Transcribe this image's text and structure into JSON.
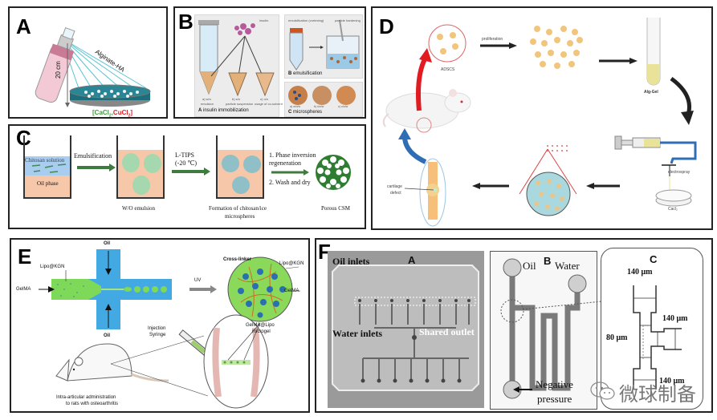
{
  "panels": {
    "A": {
      "label": "A",
      "spray_label": "Alginate-HA",
      "distance_label": "20 cm",
      "bath_open": "[",
      "bath_cacl": "CaCl",
      "bath_cacl_sub": "2",
      "bath_comma": ",",
      "bath_cucl": "CuCl",
      "bath_cucl_sub": "2",
      "bath_close": "]",
      "colors": {
        "cacl": "#3f9a3a",
        "cucl": "#d4262a",
        "bath": "#1c6e7a"
      }
    },
    "B": {
      "label": "B",
      "insulin_label": "insulin",
      "tube_labels": [
        {
          "top": "a) w/o",
          "bottom": "emulsion"
        },
        {
          "top": "b) s/o",
          "bottom": "particle suspension"
        },
        {
          "top": "c) o/o",
          "bottom": "usage of co-solvent"
        }
      ],
      "sub_a_letter": "A",
      "sub_a_caption": "insulin immobilization",
      "emulsification_label": "emulsification (vortexing)",
      "hardening_label": "particle hardening",
      "sub_b_letter": "B",
      "sub_b_caption": "emulsification",
      "microsphere_labels": [
        "a) w/o/w",
        "b) s/o/w",
        "c) o/o/w"
      ],
      "sub_c_letter": "C",
      "sub_c_caption": "microspheres"
    },
    "C": {
      "label": "C",
      "chitosan_label": "Chitosan solution",
      "oil_label": "Oil phase",
      "step1_label": "Emulsification",
      "step1_result": "W/O emulsion",
      "step2_label_line1": "L-TIPS",
      "step2_label_line2": "(-20 ℃)",
      "step2_result_line1": "Formation of chitosan/ice",
      "step2_result_line2": "microspheres",
      "step3_line1": "1. Phase inversion",
      "step3_line2": "regeneration",
      "step3_line3": "2. Wash and dry",
      "step3_result": "Porous CSM",
      "colors": {
        "arrow": "#3f7a3f",
        "oil": "#f6c7a8",
        "water": "#a9cdef",
        "droplet": "#a6d8b0",
        "ice": "#8fbfc7",
        "csm": "#2e7d32"
      }
    },
    "D": {
      "label": "D",
      "adscs_label": "ADSCS",
      "proliferation_label": "proliferation",
      "alg_gel_label": "Alg-Gel",
      "electrospray_label": "electrospray",
      "cacl_label": "Cacl₂",
      "cartilage_label_line1": "cartilage",
      "cartilage_label_line2": "defect",
      "colors": {
        "red_arrow": "#e11b22",
        "blue_arrow": "#2f6db5",
        "cell": "#f2c57c",
        "tubing": "#2f6db5"
      }
    },
    "E": {
      "label": "E",
      "oil_top": "Oil",
      "oil_bottom": "Oil",
      "gelma_inlet": "GelMA",
      "lipo_kgn_inlet": "Lipo@KGN",
      "uv_label": "UV",
      "crosslinker_label": "Cross-linker",
      "lipo_kgn_label": "Lipo@KGN",
      "gelma_label": "GelMA",
      "microgel_line1": "GelMA@Lipo",
      "microgel_line2": "microgel",
      "injection_line1": "Injection",
      "injection_line2": "Syringe",
      "admin_line1": "Intra-articular administration",
      "admin_line2": "to rats with osteoarthritis",
      "colors": {
        "channel": "#43a9e3",
        "gel": "#7dd957",
        "microgel": "#8bd95a",
        "lipo": "#2a6fb0"
      }
    },
    "F": {
      "label": "F",
      "sub_a": {
        "letter": "A",
        "oil_inlets": "Oil inlets",
        "water_inlets": "Water inlets",
        "shared_outlet": "Shared outlet"
      },
      "sub_b": {
        "letter": "B",
        "oil": "Oil",
        "water": "Water",
        "negative_line1": "Negative",
        "negative_line2": "pressure"
      },
      "sub_c": {
        "letter": "C",
        "dim_top": "140 μm",
        "dim_right": "140 μm",
        "dim_left": "80 μm",
        "dim_bottom": "140 μm"
      }
    }
  },
  "watermark": {
    "icon": "wechat-icon",
    "text": "微球制备"
  }
}
